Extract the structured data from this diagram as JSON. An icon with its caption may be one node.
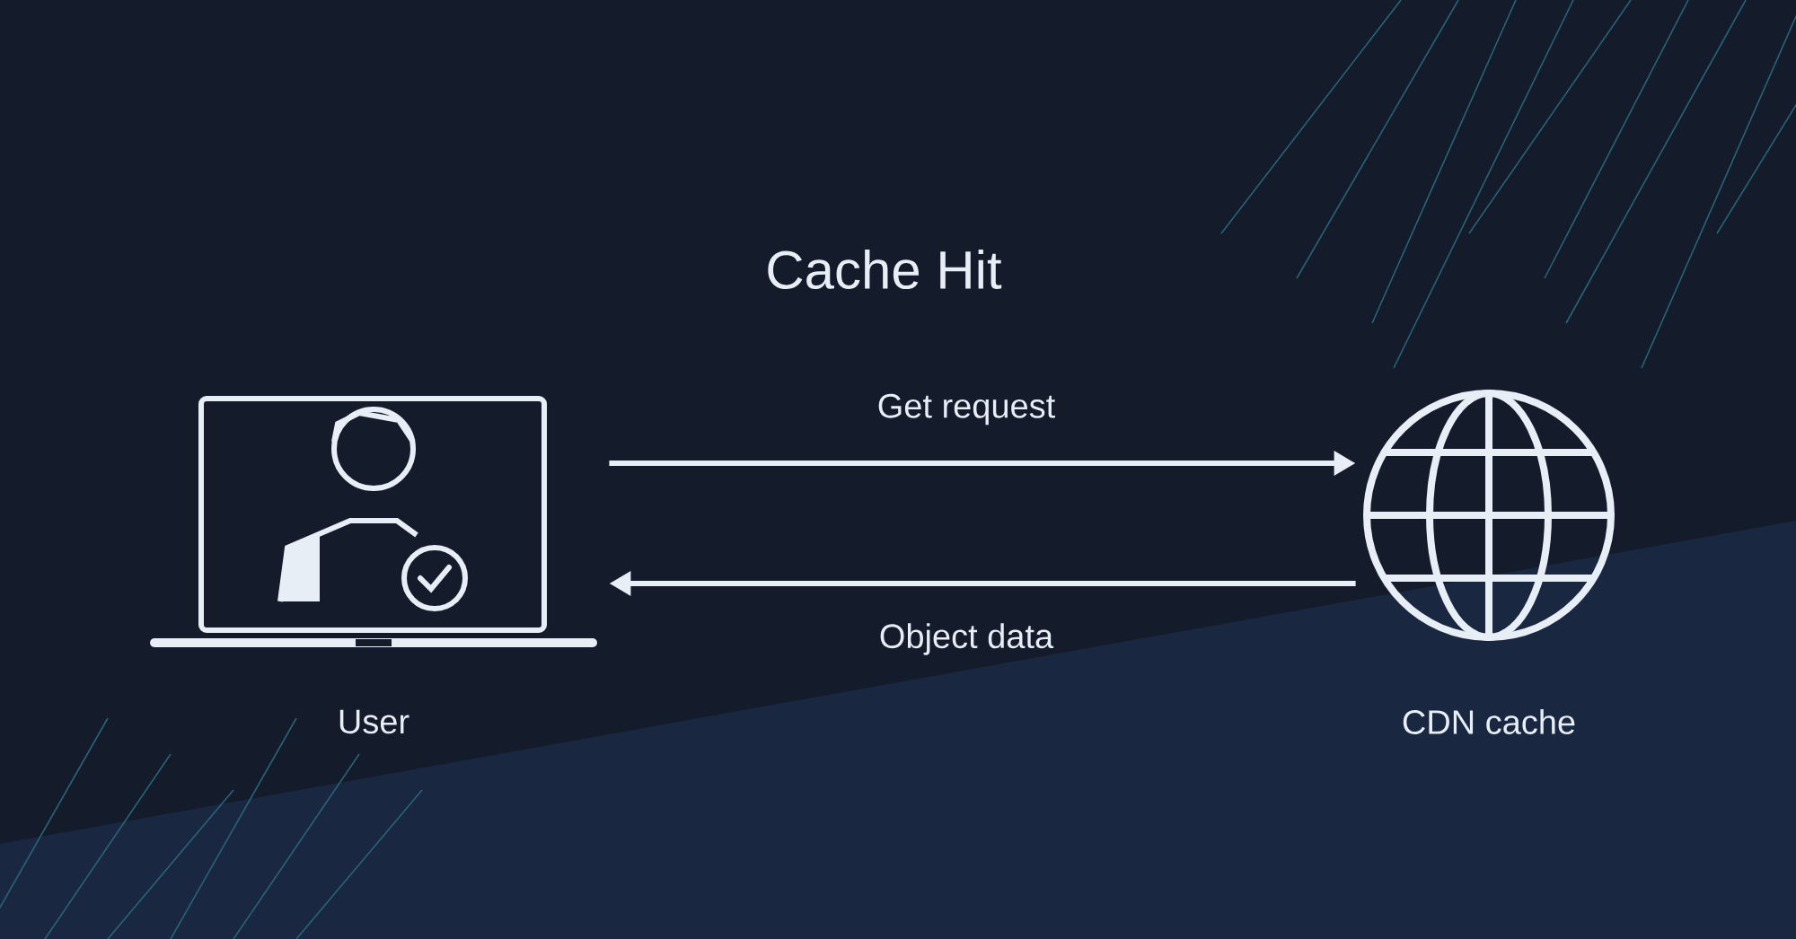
{
  "diagram": {
    "title": "Cache Hit",
    "nodes": [
      {
        "text": [],
        "shape": "laptop",
        "beside": [
          "User"
        ]
      },
      {
        "text": [],
        "shape": "globe",
        "beside": [
          "CDN cache"
        ]
      }
    ],
    "edges": [
      {
        "from": 0,
        "to": 1,
        "arrow": "to",
        "label": "Get request"
      },
      {
        "from": 1,
        "to": 0,
        "arrow": "to",
        "label": "Object data"
      }
    ]
  }
}
